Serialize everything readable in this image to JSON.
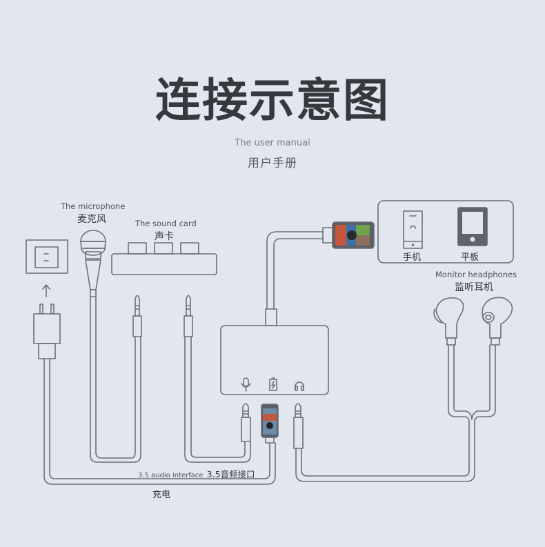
{
  "header": {
    "title": "连接示意图",
    "subtitle_en": "The user manual",
    "subtitle_cn": "用户手册"
  },
  "components": {
    "microphone": {
      "label_en": "The microphone",
      "label_cn": "麦克风"
    },
    "sound_card": {
      "label_en": "The sound card",
      "label_cn": "声卡"
    },
    "phone": {
      "label_cn": "手机"
    },
    "tablet": {
      "label_cn": "平板"
    },
    "headphones": {
      "label_en": "Monitor headphones",
      "label_cn": "监听耳机"
    },
    "audio_interface": {
      "label_en": "3.5 audio interface",
      "label_cn": "3.5音频接口"
    },
    "charging": {
      "label_cn": "充电"
    }
  },
  "adapter_ports": [
    {
      "icon": "microphone-icon"
    },
    {
      "icon": "battery-charging-icon"
    },
    {
      "icon": "headphones-icon"
    }
  ],
  "colors": {
    "background": "#e2e6ee",
    "line": "#6b6f76",
    "title": "#35383d"
  }
}
